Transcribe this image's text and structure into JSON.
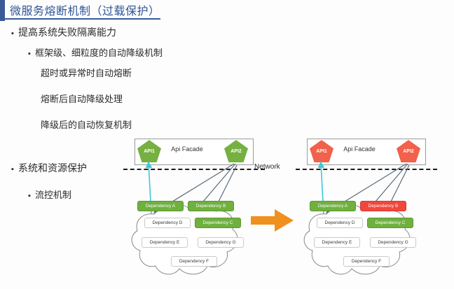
{
  "slide": {
    "title": "微服务熔断机制（过载保护）",
    "accent_color": "#3a5a97",
    "title_color": "#2f5596",
    "bullet_mark": "▪"
  },
  "bullets": [
    {
      "level": 1,
      "text": "提高系统失败隔离能力",
      "marked": true
    },
    {
      "level": 2,
      "text": "框架级、细粒度的自动降级机制",
      "marked": true
    },
    {
      "level": 3,
      "text": "超时或异常时自动熔断",
      "marked": false
    },
    {
      "level": 3,
      "text": "熔断后自动降级处理",
      "marked": false
    },
    {
      "level": 3,
      "text": "降级后的自动恢复机制",
      "marked": false
    },
    {
      "level": 1,
      "text": "系统和资源保护",
      "marked": true
    },
    {
      "level": 2,
      "text": "流控机制",
      "marked": true
    }
  ],
  "diagram": {
    "network_label": "Network",
    "transition_arrow_color": "#f0901e",
    "arrow_colors": {
      "cyan": "#3fc8d8",
      "slate": "#5a6a7a"
    },
    "left": {
      "name": "normal-state-diagram",
      "facade_label": "Api Facade",
      "apis": [
        {
          "label": "API1",
          "color": "#76b041",
          "state": "green"
        },
        {
          "label": "API2",
          "color": "#76b041",
          "state": "green"
        }
      ],
      "dependencies": [
        {
          "label": "Dependency A",
          "state": "green"
        },
        {
          "label": "Dependency B",
          "state": "green"
        },
        {
          "label": "Dependency D",
          "state": "white"
        },
        {
          "label": "Dependency C",
          "state": "green"
        },
        {
          "label": "Dependency E",
          "state": "white"
        },
        {
          "label": "Dependency G",
          "state": "white"
        },
        {
          "label": "Dependency F",
          "state": "white"
        }
      ]
    },
    "right": {
      "name": "degraded-state-diagram",
      "facade_label": "Api Facade",
      "apis": [
        {
          "label": "API1",
          "color": "#f1614b",
          "state": "red"
        },
        {
          "label": "API2",
          "color": "#f1614b",
          "state": "red"
        }
      ],
      "dependencies": [
        {
          "label": "Dependency A",
          "state": "green"
        },
        {
          "label": "Dependency B",
          "state": "red"
        },
        {
          "label": "Dependency D",
          "state": "white"
        },
        {
          "label": "Dependency C",
          "state": "green"
        },
        {
          "label": "Dependency E",
          "state": "white"
        },
        {
          "label": "Dependency G",
          "state": "white"
        },
        {
          "label": "Dependency F",
          "state": "white"
        }
      ]
    }
  }
}
